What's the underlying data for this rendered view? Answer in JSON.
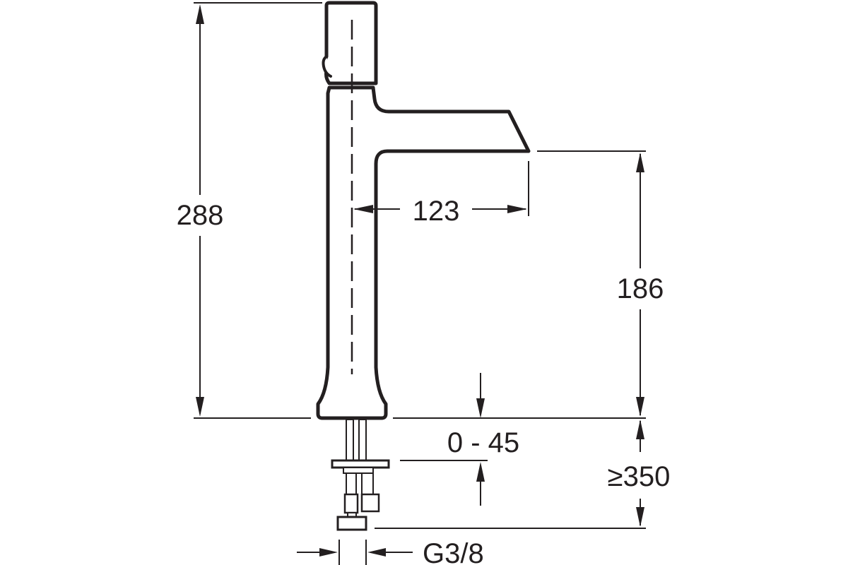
{
  "drawing": {
    "line_color": "#231f20",
    "background": "#ffffff",
    "dimensions": {
      "total_height": "288",
      "spout_reach": "123",
      "spout_height": "186",
      "deck_thickness": "0 - 45",
      "min_hose_length": "≥350",
      "connection_thread": "G3/8"
    }
  }
}
